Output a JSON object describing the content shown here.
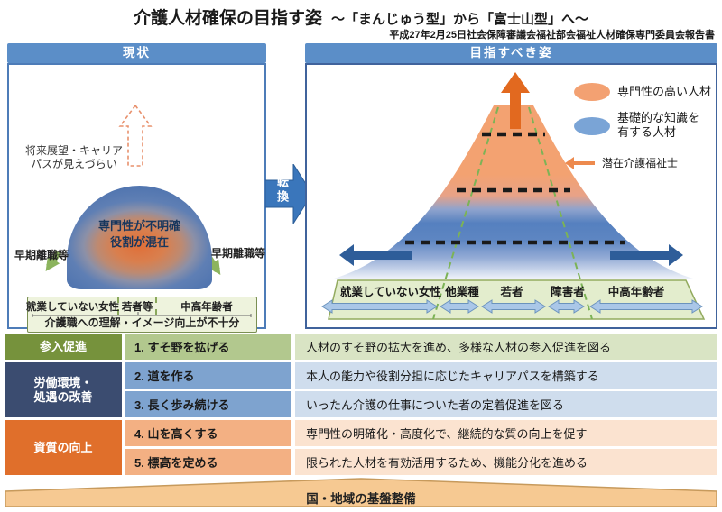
{
  "title": {
    "main": "介護人材確保の目指す姿",
    "sub": "～「まんじゅう型」から「富士山型」へ～",
    "source": "平成27年2月25日社会保障審議会福祉部会福祉人材確保専門委員会報告書"
  },
  "colors": {
    "header_blue": "#5b8ec8",
    "transition_blue": "#3a76bb",
    "mountain_orange": "#f3a271",
    "mountain_blue": "#5580bf",
    "legend_orange": "#f3a172",
    "legend_blue": "#7aa4d6",
    "category_green": "#76923c",
    "category_navy": "#3b4c70",
    "category_orange": "#e06f2b",
    "footer_tan": "#f6c992"
  },
  "current": {
    "header": "現状",
    "career_note_line1": "将来展望・キャリア",
    "career_note_line2": "パスが見えづらい",
    "dome_line1": "専門性が不明確",
    "dome_line2": "役割が混在",
    "early_turnover_left": "早期離職等",
    "early_turnover_right": "早期離職等",
    "groups": [
      "就業していない女性",
      "若者等",
      "中高年齢者"
    ],
    "bottom_note": "介護職への理解・イメージ向上が不十分"
  },
  "transition": {
    "label": "転換"
  },
  "target": {
    "header": "目指すべき姿",
    "legend": [
      {
        "label": "専門性の高い人材",
        "color": "#f3a172"
      },
      {
        "label_line1": "基礎的な知識を",
        "label_line2": "有する人材",
        "color": "#7aa4d6"
      }
    ],
    "latent_label": "潜在介護福祉士",
    "base_groups": [
      "就業していない女性",
      "他業種",
      "若者",
      "障害者",
      "中高年齢者"
    ]
  },
  "table": {
    "categories": [
      {
        "label": "参入促進"
      },
      {
        "label_line1": "労働環境・",
        "label_line2": "処遇の改善"
      },
      {
        "label": "資質の向上"
      }
    ],
    "rows": [
      {
        "step": "1. すそ野を拡げる",
        "desc": "人材のすそ野の拡大を進め、多様な人材の参入促進を図る"
      },
      {
        "step": "2. 道を作る",
        "desc": "本人の能力や役割分担に応じたキャリアパスを構築する"
      },
      {
        "step": "3. 長く歩み続ける",
        "desc": "いったん介護の仕事についた者の定着促進を図る"
      },
      {
        "step": "4. 山を高くする",
        "desc": "専門性の明確化・高度化で、継続的な質の向上を促す"
      },
      {
        "step": "5. 標高を定める",
        "desc": "限られた人材を有効活用するため、機能分化を進める"
      }
    ]
  },
  "footer": {
    "label": "国・地域の基盤整備"
  }
}
